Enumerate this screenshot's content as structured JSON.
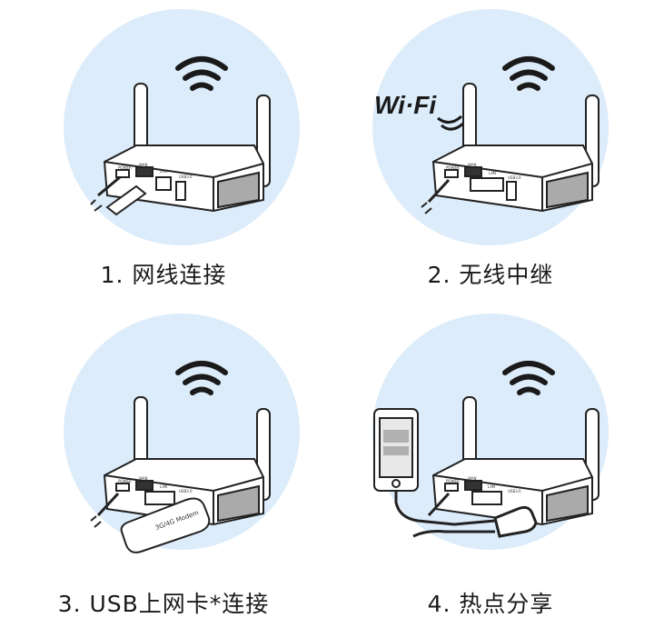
{
  "modes": [
    {
      "label": "1. 网线连接"
    },
    {
      "label": "2. 无线中继"
    },
    {
      "label": "3. USB上网卡*连接"
    },
    {
      "label": "4. 热点分享"
    }
  ],
  "router": {
    "port_power": "POWER",
    "port_wan": "WAN",
    "port_lan": "LAN",
    "port_usb": "USB3.0"
  },
  "wifi_logo": "Wi·Fi",
  "usb_modem_label": "3G/4G Modem",
  "colors": {
    "circle": "#dcecfa",
    "outline": "#222222",
    "body": "#ffffff",
    "text": "#1a1a1a"
  },
  "icons": [
    "wifi-signal-icon",
    "router-icon",
    "ethernet-cable-icon",
    "wifi-logo-icon",
    "usb-modem-icon",
    "smartphone-icon"
  ]
}
